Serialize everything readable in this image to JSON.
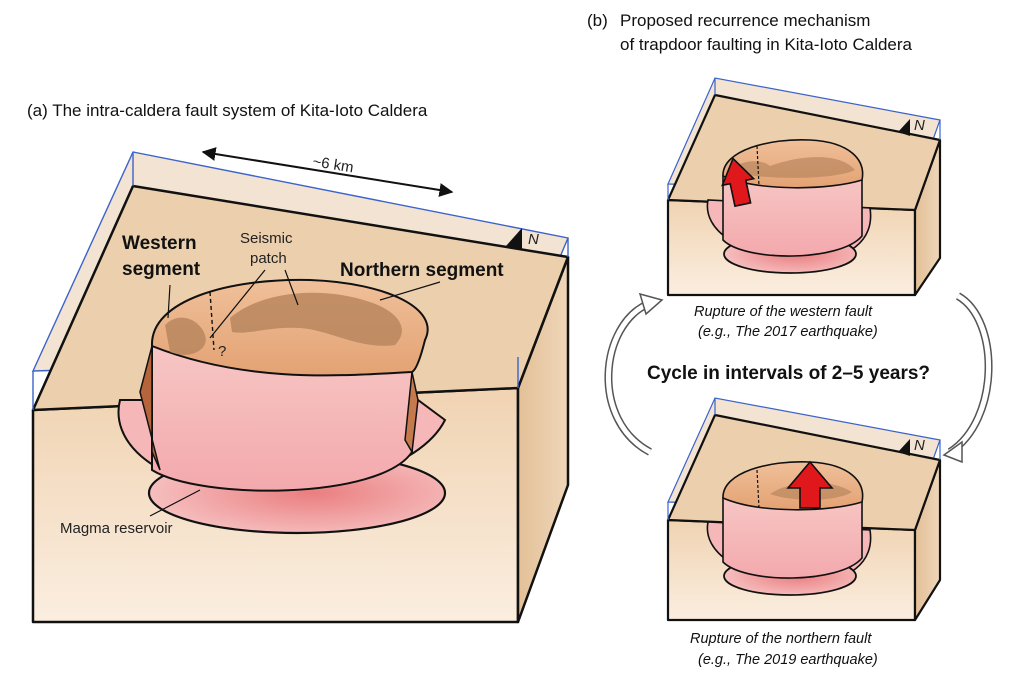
{
  "panel_a": {
    "caption": "(a) The intra-caldera fault system of Kita-Ioto Caldera",
    "scale_label": "~6 km",
    "north_label": "N",
    "western_segment_line1": "Western",
    "western_segment_line2": "segment",
    "northern_segment": "Northern segment",
    "seismic_patch_line1": "Seismic",
    "seismic_patch_line2": "patch",
    "question_mark": "?",
    "magma_reservoir": "Magma reservoir"
  },
  "panel_b": {
    "caption_letter": "(b)",
    "caption_line1": "Proposed recurrence mechanism",
    "caption_line2": "of trapdoor faulting in Kita-Ioto Caldera",
    "north_label_top": "N",
    "north_label_bottom": "N",
    "top_caption_line1": "Rupture of the western fault",
    "top_caption_line2": "(e.g., The 2017 earthquake)",
    "cycle_text": "Cycle in intervals of 2–5 years?",
    "bottom_caption_line1": "Rupture of the northern fault",
    "bottom_caption_line2": "(e.g., The 2019 earthquake)"
  },
  "colors": {
    "surface": "#ecd3b4",
    "block_side": "#f5dfc5",
    "block_right": "#e8c9a5",
    "outline_blue": "#3b63c9",
    "caldera_orange": "#eab48a",
    "seismic_patch": "#b9865e",
    "magma_pink": "#f0a6a8",
    "red_arrow": "#e0171b"
  }
}
